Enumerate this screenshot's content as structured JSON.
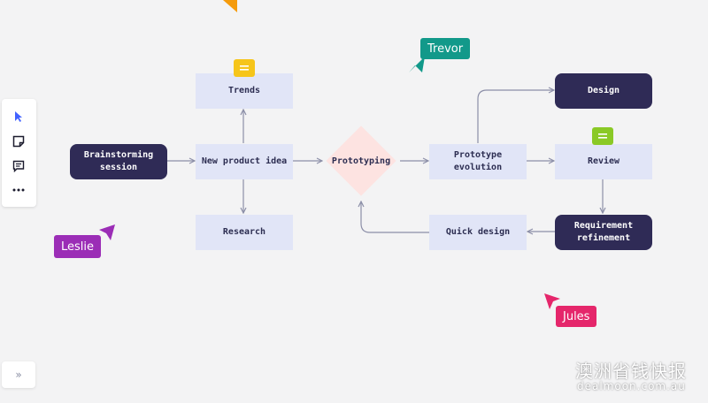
{
  "colors": {
    "node_light": "#e1e5f7",
    "node_dark": "#2f2b56",
    "prototype_diamond": "#fde3e1",
    "connector": "#8c8fa8",
    "cursor_trevor": "#12998a",
    "cursor_leslie": "#9b2db6",
    "cursor_jules": "#e5266b",
    "cursor_top": "#f59b0c",
    "comment_yellow": "#f6c51a",
    "comment_green": "#8ac926"
  },
  "toolbar": {
    "tools": [
      "select-arrow-icon",
      "sticky-note-icon",
      "comment-icon",
      "more-options-icon"
    ],
    "expand_label": "»"
  },
  "flow": {
    "brainstorming": "Brainstorming session",
    "new_product_idea": "New product idea",
    "trends": "Trends",
    "research": "Research",
    "prototyping": "Prototyping",
    "prototype_evolution": "Prototype evolution",
    "design": "Design",
    "review": "Review",
    "requirement_refinement": "Requirement refinement",
    "quick_design": "Quick design"
  },
  "collaborators": {
    "trevor": "Trevor",
    "leslie": "Leslie",
    "jules": "Jules"
  },
  "watermark": {
    "text_cn": "澳洲省钱快报",
    "url": "dealmoon.com.au"
  }
}
